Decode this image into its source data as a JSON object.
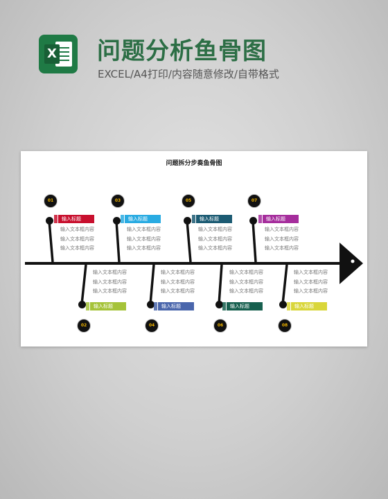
{
  "header": {
    "icon_letter": "X",
    "title": "问题分析鱼骨图",
    "subtitle": "EXCEL/A4打印/内容随意修改/自带格式"
  },
  "diagram": {
    "title": "问题拆分步奏鱼骨图",
    "items": [
      {
        "num": "01",
        "label": "输入标题",
        "color": "#c8102e",
        "lines": [
          "输入文本框内容",
          "输入文本框内容",
          "输入文本框内容"
        ]
      },
      {
        "num": "02",
        "label": "输入标题",
        "color": "#a5c339",
        "lines": [
          "输入文本框内容",
          "输入文本框内容",
          "输入文本框内容"
        ]
      },
      {
        "num": "03",
        "label": "输入标题",
        "color": "#29abe2",
        "lines": [
          "输入文本框内容",
          "输入文本框内容",
          "输入文本框内容"
        ]
      },
      {
        "num": "04",
        "label": "输入标题",
        "color": "#4a66ac",
        "lines": [
          "输入文本框内容",
          "输入文本框内容",
          "输入文本框内容"
        ]
      },
      {
        "num": "05",
        "label": "输入标题",
        "color": "#1c5b73",
        "lines": [
          "输入文本框内容",
          "输入文本框内容",
          "输入文本框内容"
        ]
      },
      {
        "num": "06",
        "label": "输入标题",
        "color": "#17604f",
        "lines": [
          "输入文本框内容",
          "输入文本框内容",
          "输入文本框内容"
        ]
      },
      {
        "num": "07",
        "label": "输入标题",
        "color": "#a52d9c",
        "lines": [
          "输入文本框内容",
          "输入文本框内容",
          "输入文本框内容"
        ]
      },
      {
        "num": "08",
        "label": "输入标题",
        "color": "#d9d63a",
        "lines": [
          "输入文本框内容",
          "输入文本框内容",
          "输入文本框内容"
        ]
      }
    ]
  }
}
